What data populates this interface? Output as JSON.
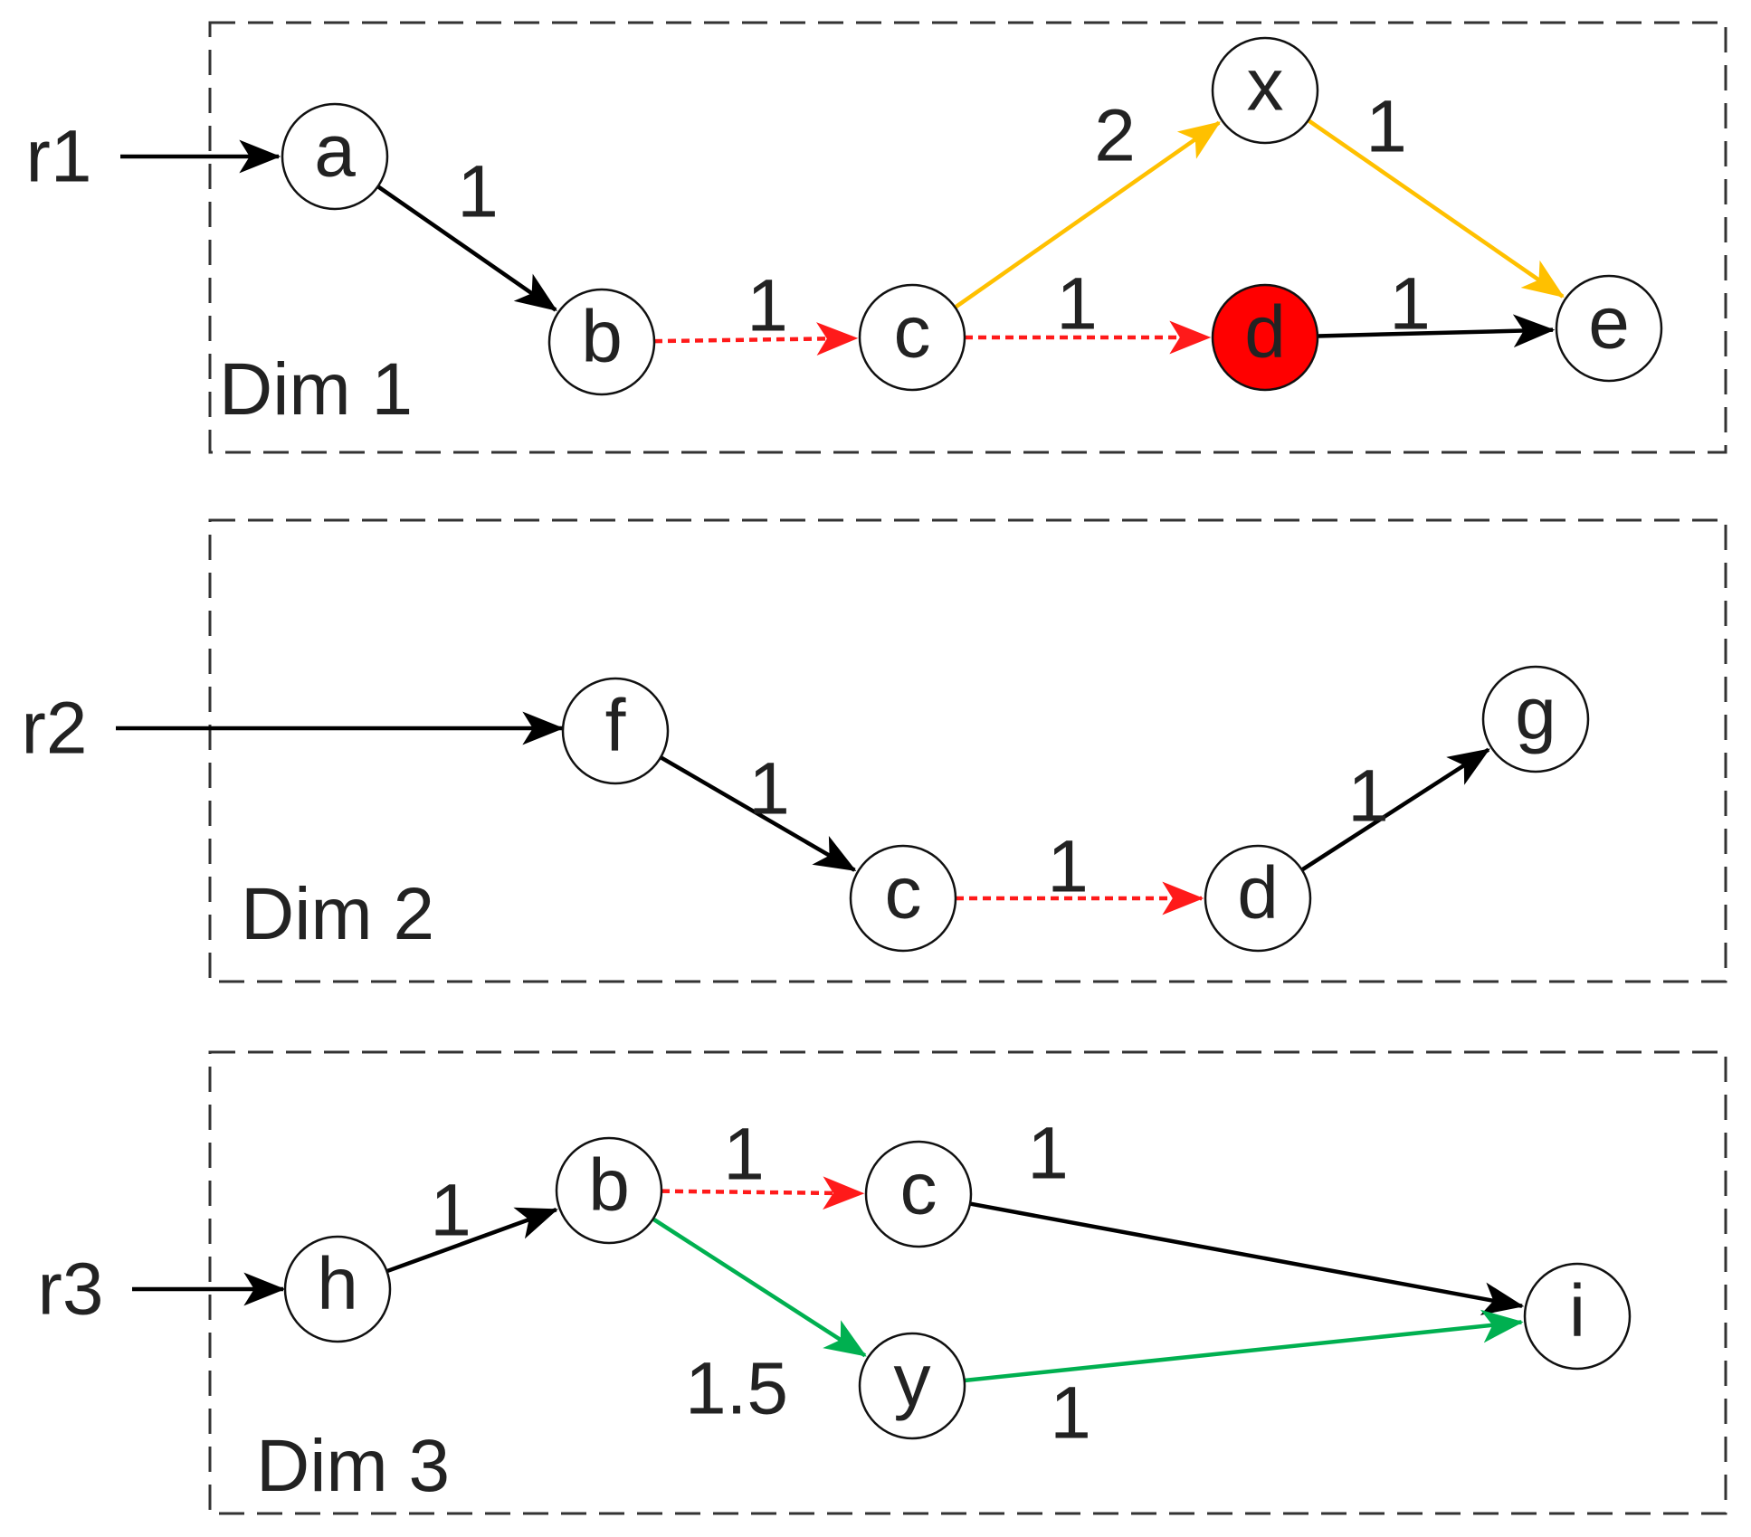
{
  "colors": {
    "black": "#000000",
    "red": "#ff1a1a",
    "orange": "#ffc000",
    "green": "#00b050",
    "node_fill": "#ffffff",
    "node_highlight_fill": "#ff0000"
  },
  "panels": [
    {
      "id": "dim1",
      "label": "Dim 1",
      "root": "r1",
      "nodes": [
        {
          "id": "a",
          "label": "a"
        },
        {
          "id": "b",
          "label": "b"
        },
        {
          "id": "c",
          "label": "c"
        },
        {
          "id": "x",
          "label": "x"
        },
        {
          "id": "d",
          "label": "d",
          "highlight": true
        },
        {
          "id": "e",
          "label": "e"
        }
      ],
      "edges": [
        {
          "from": "r1",
          "to": "a",
          "weight": "",
          "color": "black",
          "style": "solid"
        },
        {
          "from": "a",
          "to": "b",
          "weight": "1",
          "color": "black",
          "style": "solid"
        },
        {
          "from": "b",
          "to": "c",
          "weight": "1",
          "color": "red",
          "style": "dotted"
        },
        {
          "from": "c",
          "to": "x",
          "weight": "2",
          "color": "orange",
          "style": "solid"
        },
        {
          "from": "x",
          "to": "e",
          "weight": "1",
          "color": "orange",
          "style": "solid"
        },
        {
          "from": "c",
          "to": "d",
          "weight": "1",
          "color": "red",
          "style": "dotted"
        },
        {
          "from": "d",
          "to": "e",
          "weight": "1",
          "color": "black",
          "style": "solid"
        }
      ]
    },
    {
      "id": "dim2",
      "label": "Dim 2",
      "root": "r2",
      "nodes": [
        {
          "id": "f",
          "label": "f"
        },
        {
          "id": "c",
          "label": "c"
        },
        {
          "id": "d",
          "label": "d"
        },
        {
          "id": "g",
          "label": "g"
        }
      ],
      "edges": [
        {
          "from": "r2",
          "to": "f",
          "weight": "",
          "color": "black",
          "style": "solid"
        },
        {
          "from": "f",
          "to": "c",
          "weight": "1",
          "color": "black",
          "style": "solid"
        },
        {
          "from": "c",
          "to": "d",
          "weight": "1",
          "color": "red",
          "style": "dotted"
        },
        {
          "from": "d",
          "to": "g",
          "weight": "1",
          "color": "black",
          "style": "solid"
        }
      ]
    },
    {
      "id": "dim3",
      "label": "Dim 3",
      "root": "r3",
      "nodes": [
        {
          "id": "h",
          "label": "h"
        },
        {
          "id": "b",
          "label": "b"
        },
        {
          "id": "c",
          "label": "c"
        },
        {
          "id": "y",
          "label": "y"
        },
        {
          "id": "i",
          "label": "i"
        }
      ],
      "edges": [
        {
          "from": "r3",
          "to": "h",
          "weight": "",
          "color": "black",
          "style": "solid"
        },
        {
          "from": "h",
          "to": "b",
          "weight": "1",
          "color": "black",
          "style": "solid"
        },
        {
          "from": "b",
          "to": "c",
          "weight": "1",
          "color": "red",
          "style": "dotted"
        },
        {
          "from": "c",
          "to": "i",
          "weight": "1",
          "color": "black",
          "style": "solid"
        },
        {
          "from": "b",
          "to": "y",
          "weight": "1.5",
          "color": "green",
          "style": "solid"
        },
        {
          "from": "y",
          "to": "i",
          "weight": "1",
          "color": "green",
          "style": "solid"
        }
      ]
    }
  ]
}
